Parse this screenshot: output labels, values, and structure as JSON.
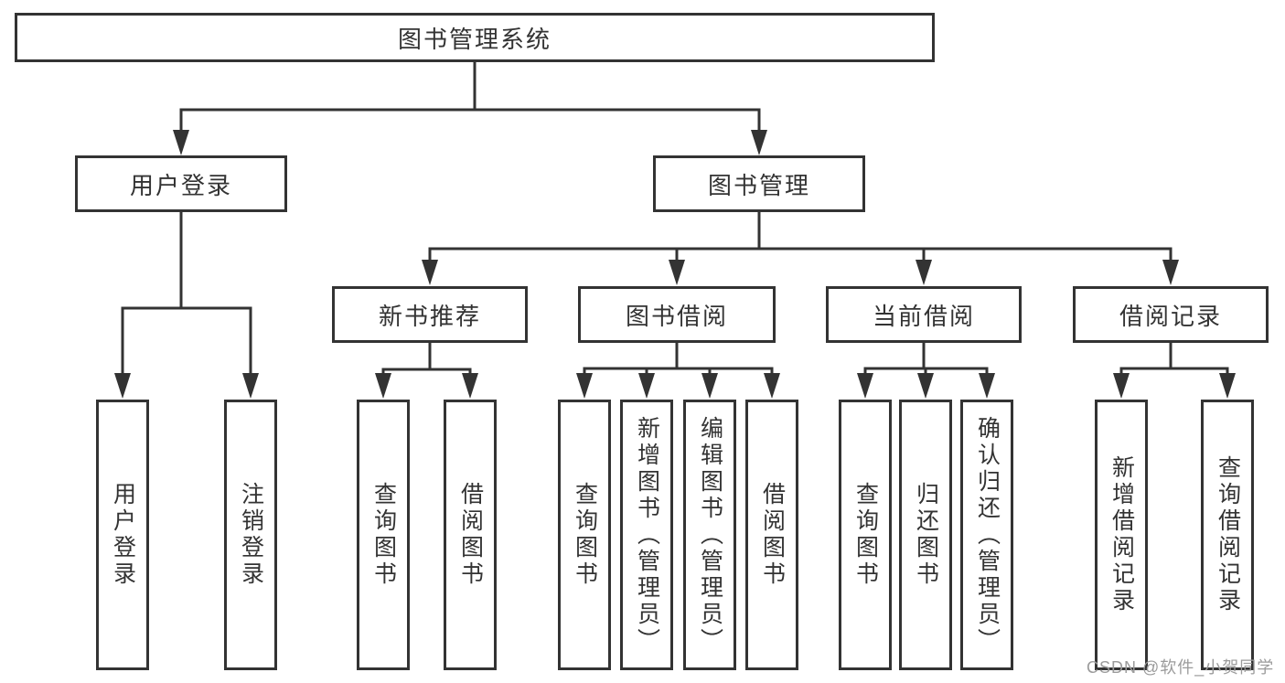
{
  "colors": {
    "line-color": "#333333",
    "text-color": "#333333",
    "watermark-color": "#9b9b9b",
    "bg-color": "#ffffff"
  },
  "diagram": {
    "title": "图书管理系统",
    "branches": [
      {
        "label": "用户登录",
        "children": [
          "用户登录",
          "注销登录"
        ]
      },
      {
        "label": "图书管理",
        "groups": [
          {
            "label": "新书推荐",
            "children": [
              "查询图书",
              "借阅图书"
            ]
          },
          {
            "label": "图书借阅",
            "children": [
              "查询图书",
              "新增图书（管理员）",
              "编辑图书（管理员）",
              "借阅图书"
            ]
          },
          {
            "label": "当前借阅",
            "children": [
              "查询图书",
              "归还图书",
              "确认归还（管理员）"
            ]
          },
          {
            "label": "借阅记录",
            "children": [
              "新增借阅记录",
              "查询借阅记录"
            ]
          }
        ]
      }
    ]
  },
  "watermark": "CSDN @软件_小贺同学"
}
